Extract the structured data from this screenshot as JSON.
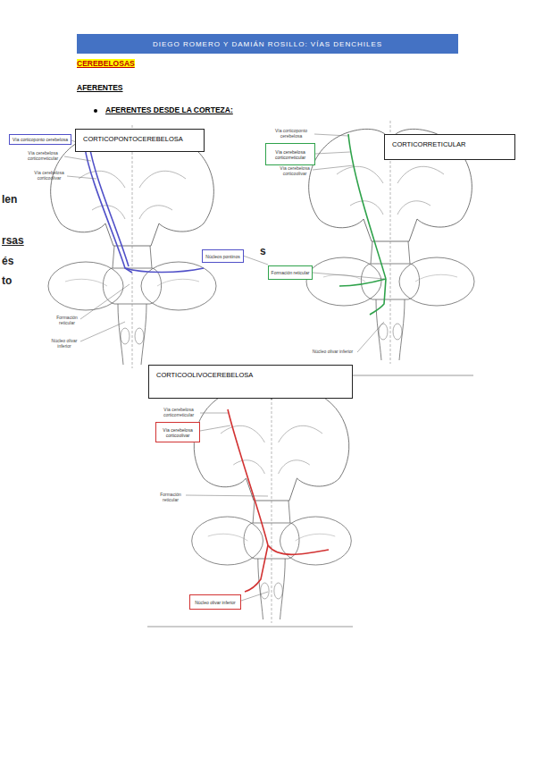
{
  "diagram": {
    "title": "DIEGO ROMERO Y DAMIÁN ROSILLO: VÍAS DENCHILES",
    "nodes": [
      {
        "text": [
          "Vía corticoponto cerebelosa"
        ]
      },
      {
        "text": [
          "CORTICOPONTOCEREBELOSA"
        ]
      },
      {
        "text": [
          "Núcleos pontinos"
        ]
      },
      {
        "text": [
          "CORTICORRETICULAR"
        ]
      },
      {
        "text": [
          "Vía cerebelosa corticorreticular"
        ]
      },
      {
        "text": [
          "Formación reticular"
        ]
      },
      {
        "text": [
          "CORTICOOLIVOCEREBELOSA"
        ]
      },
      {
        "text": [
          "Vía cerebelosa corticoolivar"
        ]
      },
      {
        "text": [
          "Núcleo olivar inferior"
        ]
      }
    ],
    "labels": [
      "CEREBELOSAS",
      "AFERENTES",
      "AFERENTES DESDE LA CORTEZA:",
      "Vía cerebelosa corticorreticular",
      "Vía cerebelosa corticoolivar",
      "Formación reticular",
      "Núcleo olivar inferior",
      "len",
      "rsas",
      "és",
      "to",
      "s",
      "Vía corticoponto cerebelosa",
      "Vía cerebelosa corticoolivar",
      "Núcleo olivar inferior",
      "Vía cerebelosa corticorreticular",
      "Formación reticular"
    ]
  }
}
